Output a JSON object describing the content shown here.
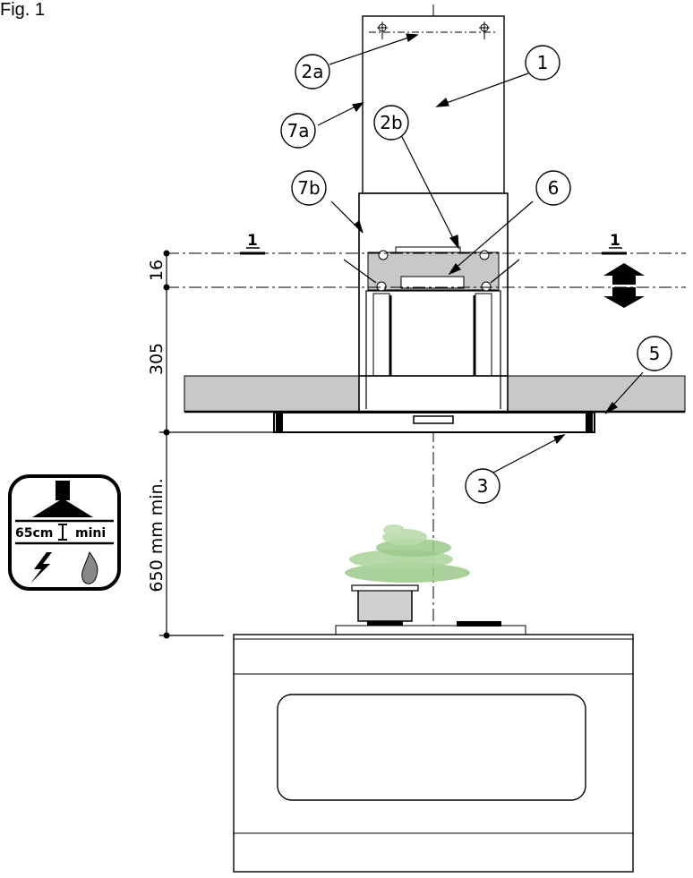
{
  "figure_label": "Fig. 1",
  "callouts": {
    "c1": "1",
    "c2a": "2a",
    "c2b": "2b",
    "c3": "3",
    "c5": "5",
    "c6": "6",
    "c7a": "7a",
    "c7b": "7b"
  },
  "section_marks": {
    "left": "1",
    "right": "1"
  },
  "dimensions": {
    "top_gap": "16",
    "body_height": "305",
    "hob_clearance": "650 mm min."
  },
  "safety_icon": {
    "distance": "65cm",
    "label": "mini",
    "icons": [
      "electric-bolt-icon",
      "gas-flame-icon"
    ]
  },
  "colors": {
    "line": "#000000",
    "panel_gray": "#c8c8c8",
    "steam_green": "#9bc98a"
  }
}
